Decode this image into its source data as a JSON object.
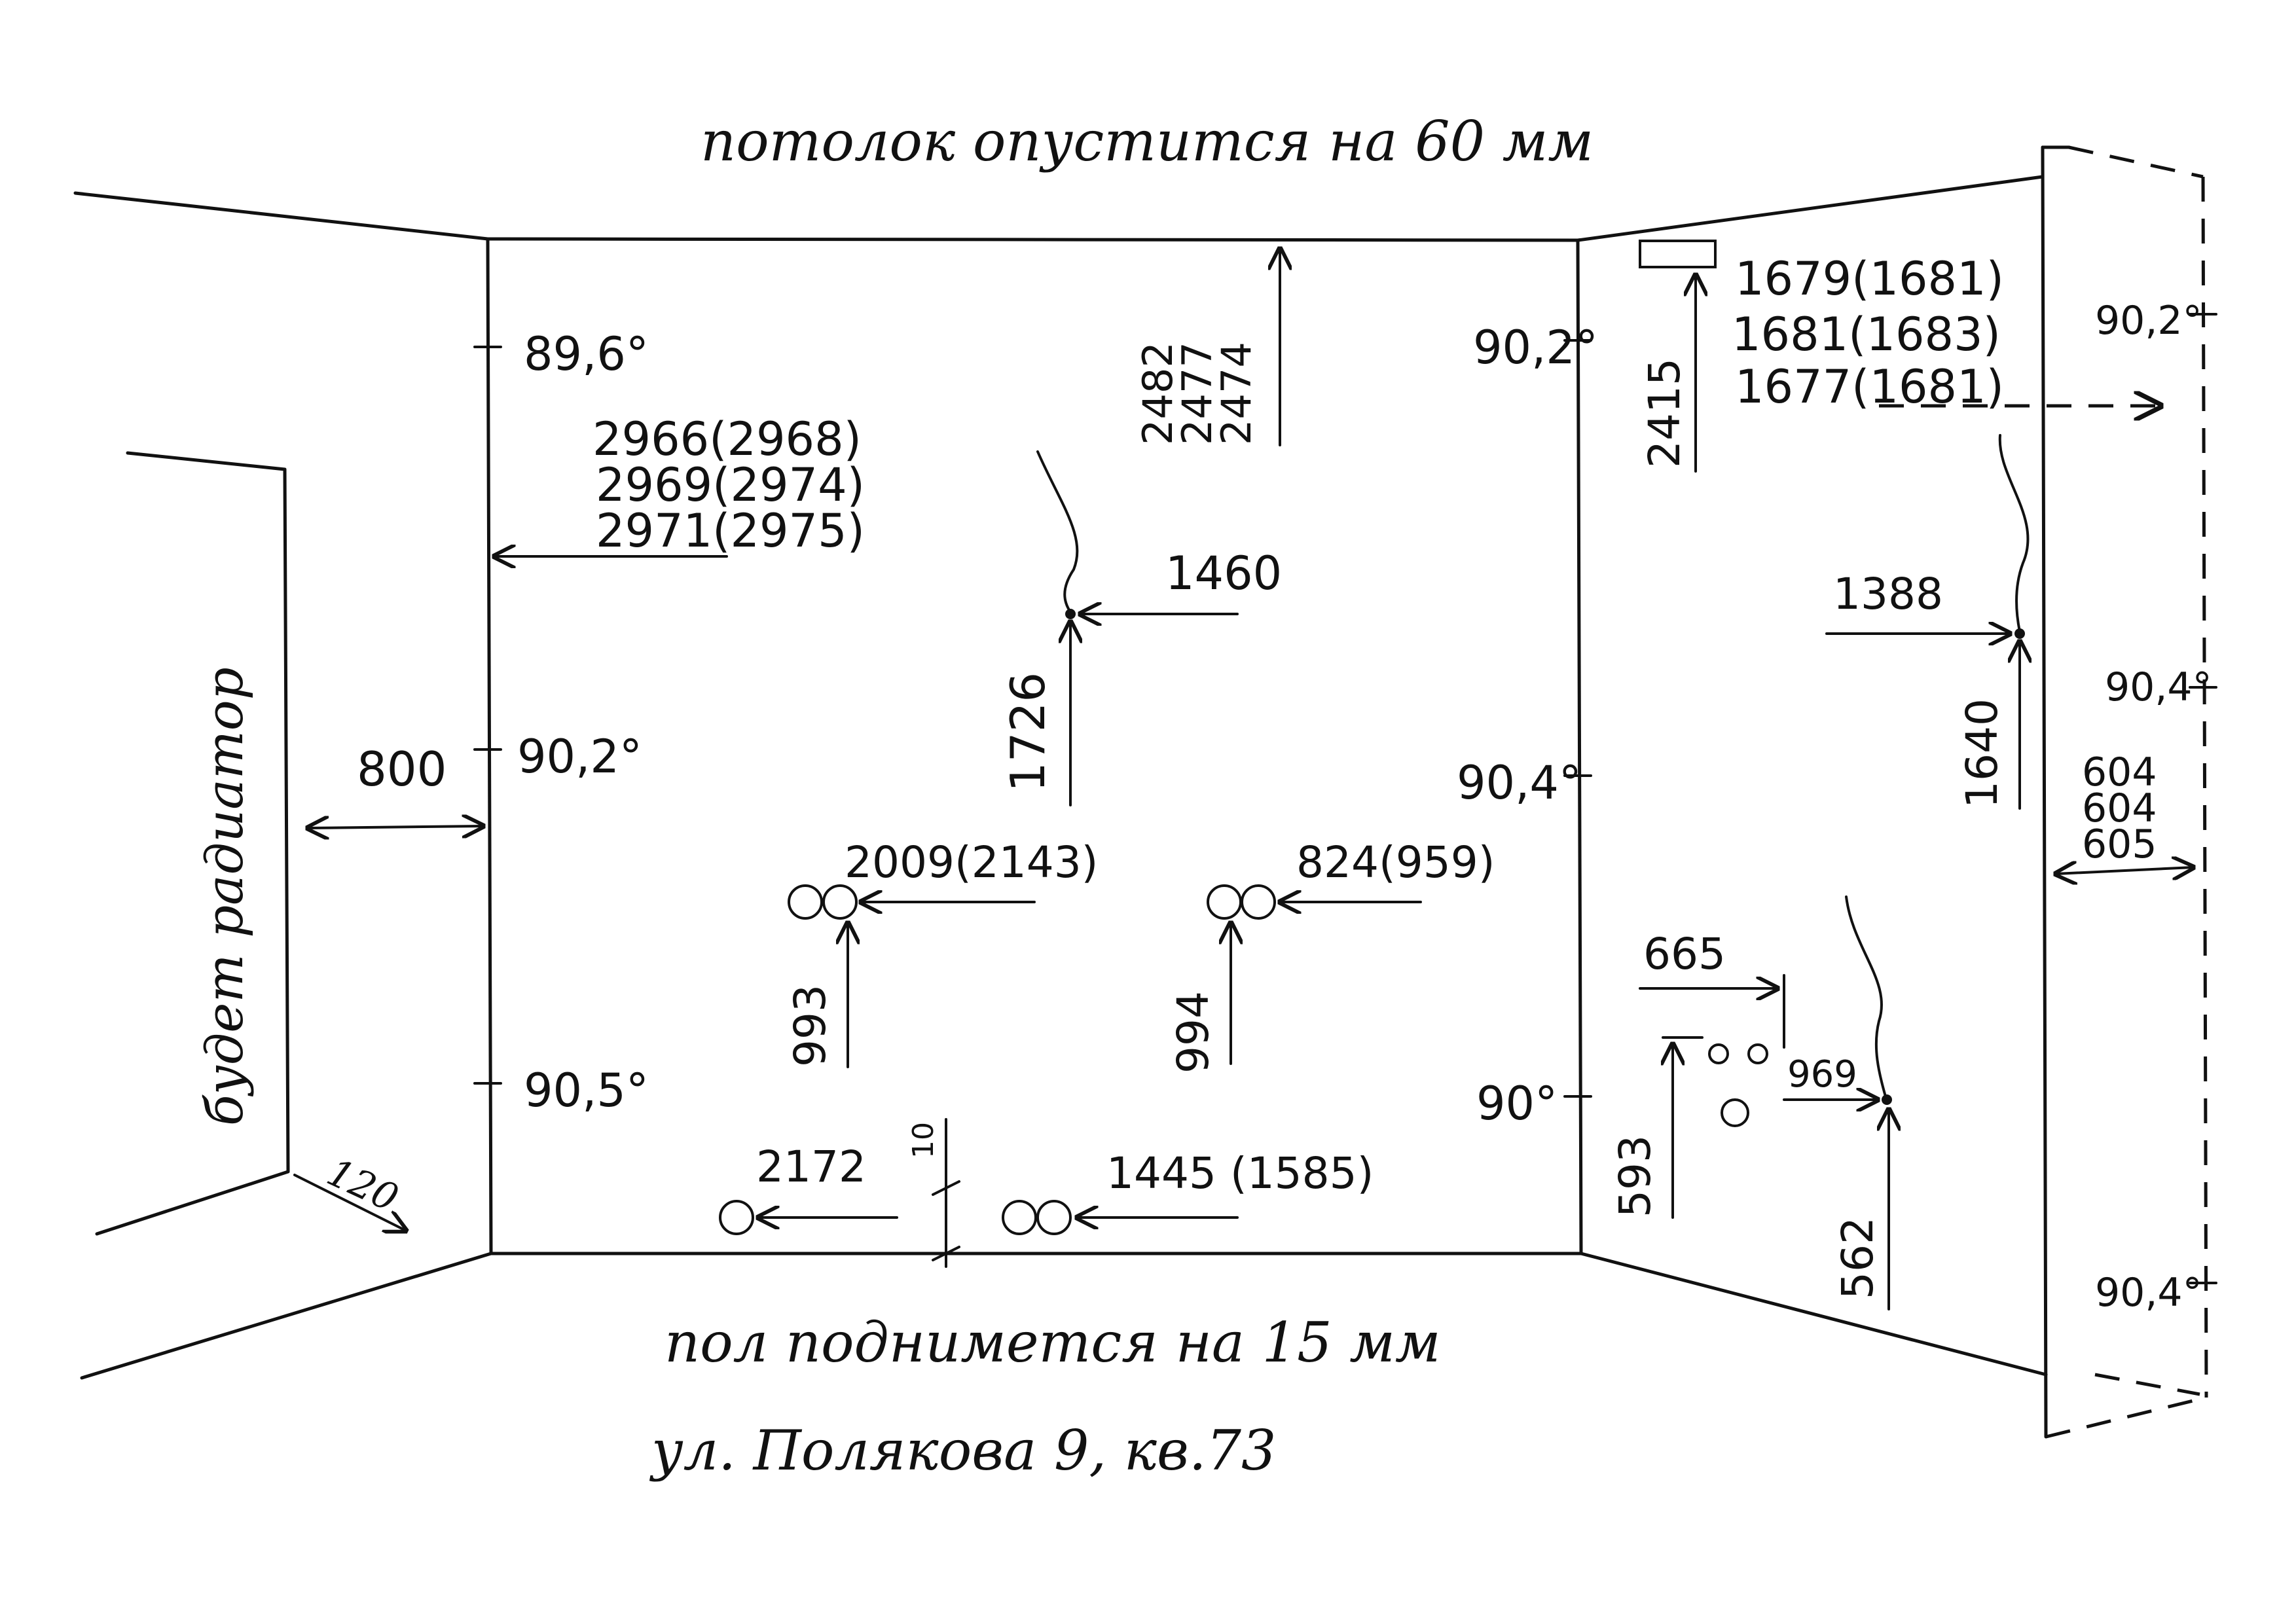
{
  "notes": {
    "ceiling": "потолок опустится на 60 мм",
    "floor": "пол поднимется на 15 мм",
    "address": "ул. Полякова 9, кв.73",
    "left_wall": "будет радиатор"
  },
  "angles": {
    "a_89_6": "89,6°",
    "a_90_2_left": "90,2°",
    "a_90_5": "90,5°",
    "a_90_2_right": "90,2°",
    "a_90_4_mid": "90,4°",
    "a_90_0": "90°",
    "a_90_2_far": "90,2°",
    "a_90_4_far1": "90,4°",
    "a_90_4_far2": "90,4°"
  },
  "dims": {
    "d_800": "800",
    "d_120": "120",
    "height_block": [
      "2966(2968)",
      "2969(2974)",
      "2971(2975)"
    ],
    "col_block": [
      "2482",
      "2477",
      "2474"
    ],
    "d_1460": "1460",
    "d_1726": "1726",
    "d_2009": "2009(2143)",
    "d_993": "993",
    "d_824": "824(959)",
    "d_994": "994",
    "d_2172": "2172",
    "d_10": "10",
    "d_1445": "1445 (1585)",
    "right_block": [
      "1679(1681)",
      "1681(1683)",
      "1677(1681)"
    ],
    "d_2415": "2415",
    "d_1388": "1388",
    "d_1640": "1640",
    "d_665": "665",
    "d_593": "593",
    "d_969": "969",
    "d_562": "562",
    "far_block": [
      "604",
      "604",
      "605"
    ]
  }
}
